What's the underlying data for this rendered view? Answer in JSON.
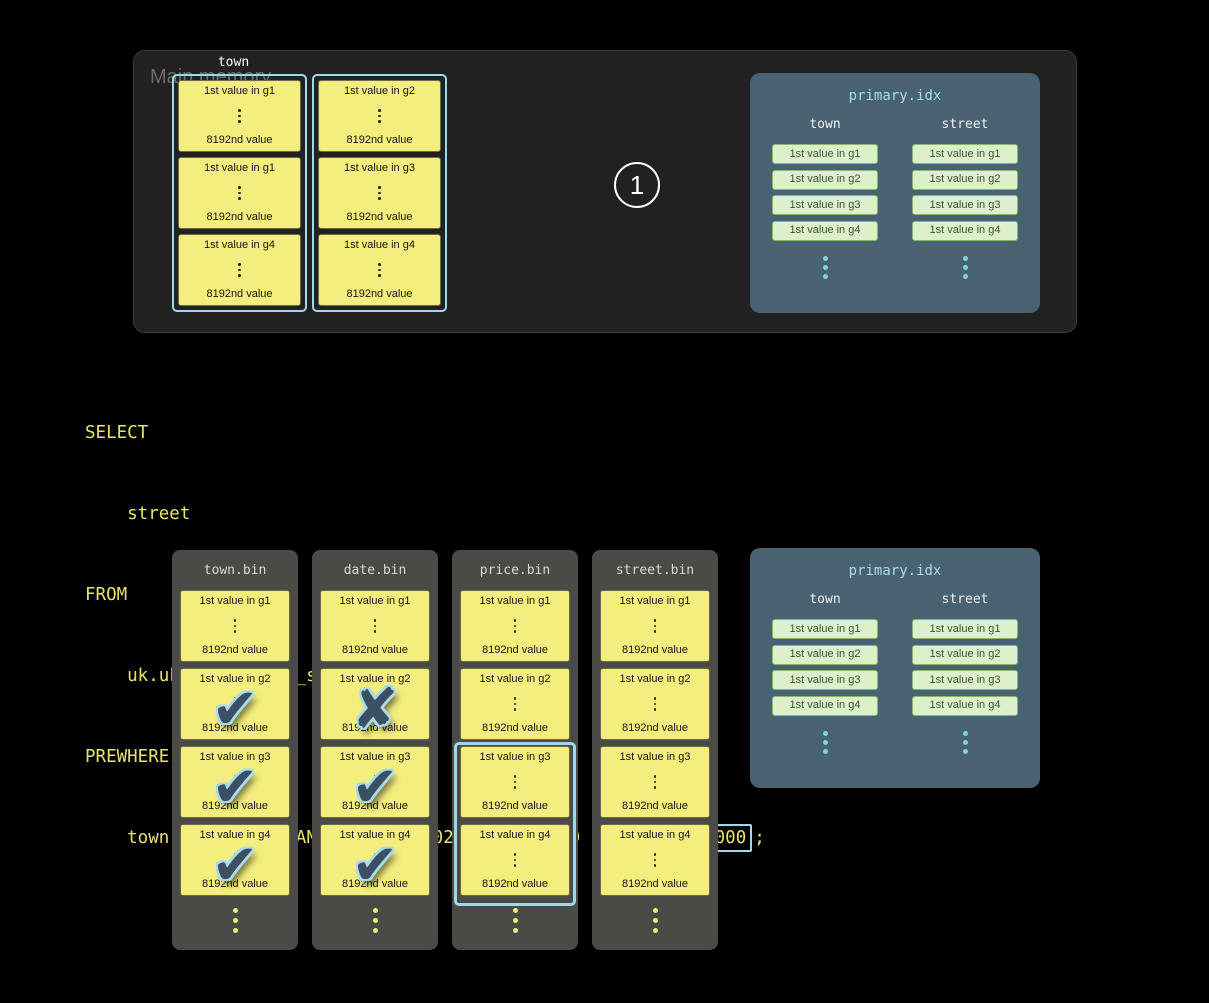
{
  "colors": {
    "background": "#000000",
    "memory_panel_bg": "#212121",
    "granule_yellow": "#f3ee7d",
    "stack_outline_cyan": "#9fd8e8",
    "index_panel_bg": "#486271",
    "index_title_cyan": "#a9dcec",
    "pill_green_bg": "#ddf0c9",
    "pill_green_border": "#83b873",
    "sql_yellow": "#e9e468",
    "mark_fill_navy": "#3c4f63",
    "mark_outline_blue": "#a8dbec",
    "bin_gray": "#4a4a46",
    "white": "#ffffff"
  },
  "main_memory": {
    "label": "Main memory",
    "column_label": "town",
    "step_number": "1",
    "stacks": [
      {
        "blocks": [
          {
            "first": "1st value in g1",
            "last": "8192nd value"
          },
          {
            "first": "1st value in g1",
            "last": "8192nd value"
          },
          {
            "first": "1st value in g4",
            "last": "8192nd value"
          }
        ]
      },
      {
        "blocks": [
          {
            "first": "1st value in g2",
            "last": "8192nd value"
          },
          {
            "first": "1st value in g3",
            "last": "8192nd value"
          },
          {
            "first": "1st value in g4",
            "last": "8192nd value"
          }
        ]
      }
    ]
  },
  "primary_index": {
    "title": "primary.idx",
    "columns": [
      {
        "header": "town",
        "entries": [
          "1st value in g1",
          "1st value in g2",
          "1st value in g3",
          "1st value in g4"
        ]
      },
      {
        "header": "street",
        "entries": [
          "1st value in g1",
          "1st value in g2",
          "1st value in g3",
          "1st value in g4"
        ]
      }
    ]
  },
  "sql": {
    "line1": "SELECT",
    "line2": "    street",
    "line3": "FROM",
    "line4": "    uk.uk_price_paid_simple",
    "line5": "PREWHERE",
    "line6_pre": "    town = 'LONDON' AND date > '2024-12-31' AND ",
    "line6_boxed": "price < 10_000",
    "line6_post": ";"
  },
  "bins": [
    {
      "name": "town.bin",
      "granules": [
        {
          "first": "1st value in g1",
          "last": "8192nd value",
          "mark_glyph": ""
        },
        {
          "first": "1st value in g2",
          "last": "8192nd value",
          "mark_glyph": "✔"
        },
        {
          "first": "1st value in g3",
          "last": "8192nd value",
          "mark_glyph": "✔"
        },
        {
          "first": "1st value in g4",
          "last": "8192nd value",
          "mark_glyph": "✔"
        }
      ]
    },
    {
      "name": "date.bin",
      "granules": [
        {
          "first": "1st value in g1",
          "last": "8192nd value",
          "mark_glyph": ""
        },
        {
          "first": "1st value in g2",
          "last": "8192nd value",
          "mark_glyph": "✘"
        },
        {
          "first": "1st value in g3",
          "last": "8192nd value",
          "mark_glyph": "✔"
        },
        {
          "first": "1st value in g4",
          "last": "8192nd value",
          "mark_glyph": "✔"
        }
      ]
    },
    {
      "name": "price.bin",
      "granules": [
        {
          "first": "1st value in g1",
          "last": "8192nd value",
          "mark_glyph": ""
        },
        {
          "first": "1st value in g2",
          "last": "8192nd value",
          "mark_glyph": ""
        },
        {
          "first": "1st value in g3",
          "last": "8192nd value",
          "mark_glyph": ""
        },
        {
          "first": "1st value in g4",
          "last": "8192nd value",
          "mark_glyph": ""
        }
      ],
      "selected_range": "g3–g4"
    },
    {
      "name": "street.bin",
      "granules": [
        {
          "first": "1st value in g1",
          "last": "8192nd value",
          "mark_glyph": ""
        },
        {
          "first": "1st value in g2",
          "last": "8192nd value",
          "mark_glyph": ""
        },
        {
          "first": "1st value in g3",
          "last": "8192nd value",
          "mark_glyph": ""
        },
        {
          "first": "1st value in g4",
          "last": "8192nd value",
          "mark_glyph": ""
        }
      ]
    }
  ]
}
